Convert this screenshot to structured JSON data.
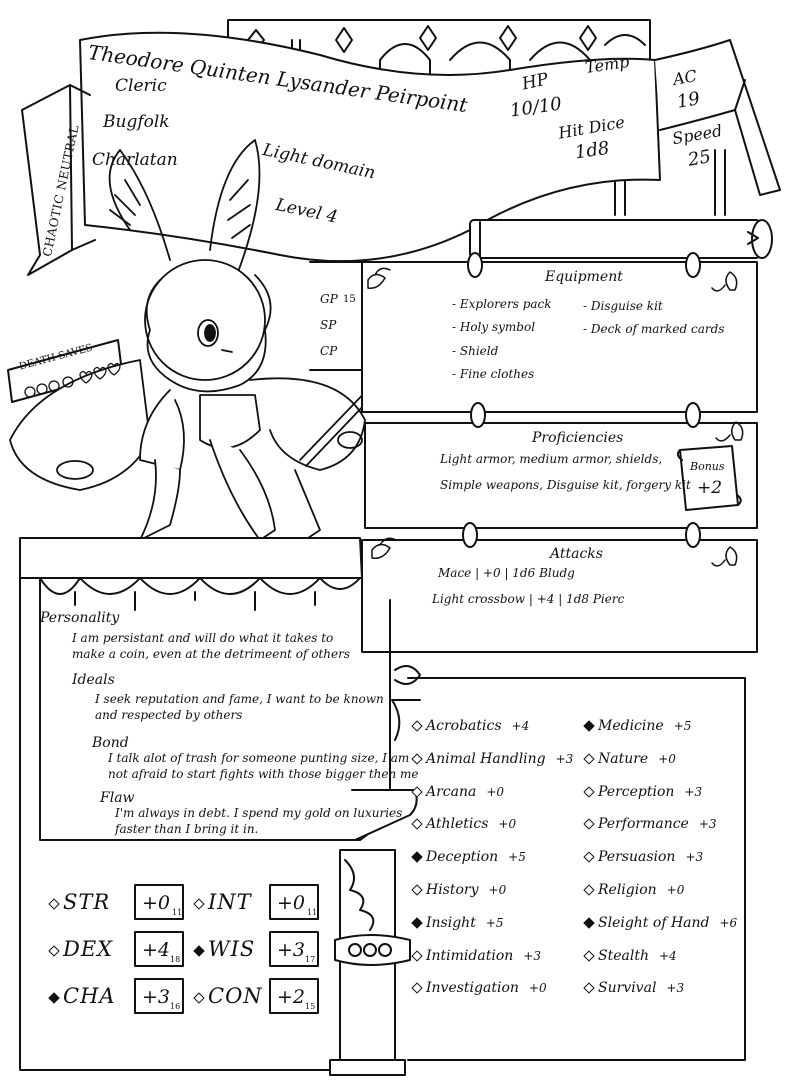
{
  "character": {
    "name": "Theodore Quinten Lysander Peirpoint",
    "class": "Cleric",
    "race": "Bugfolk",
    "background": "Charlatan",
    "domain": "Light domain",
    "level": "Level 4",
    "alignment": "CHAOTIC NEUTRAL"
  },
  "vitals": {
    "hp_label": "HP",
    "hp_value": "10/10",
    "temp_label": "Temp",
    "hitdice_label": "Hit Dice",
    "hitdice_value": "1d8",
    "ac_label": "AC",
    "ac_value": "19",
    "speed_label": "Speed",
    "speed_value": "25"
  },
  "death_saves": {
    "label": "DEATH SAVES"
  },
  "currency": {
    "gp_label": "GP",
    "gp_value": "15",
    "sp_label": "SP",
    "cp_label": "CP"
  },
  "equipment": {
    "title": "Equipment",
    "left": [
      "- Explorers pack",
      "- Holy symbol",
      "- Shield",
      "- Fine clothes"
    ],
    "right": [
      "- Disguise kit",
      "- Deck of marked cards"
    ]
  },
  "proficiencies": {
    "title": "Proficiencies",
    "line1": "Light armor, medium armor, shields,",
    "line2": "Simple weapons, Disguise kit, forgery kit",
    "bonus_label": "Bonus",
    "bonus_value": "+2"
  },
  "attacks": {
    "title": "Attacks",
    "line1": "Mace | +0 | 1d6 Bludg",
    "line2": "Light crossbow | +4 | 1d8 Pierc"
  },
  "traits": {
    "personality_label": "Personality",
    "personality_1": "I am persistant and will do what it takes to",
    "personality_2": "make a coin, even at the detrimeent of others",
    "ideals_label": "Ideals",
    "ideals_1": "I seek reputation and fame, I want to be known",
    "ideals_2": "and respected by others",
    "bond_label": "Bond",
    "bond_1": "I talk alot of trash for someone punting size, I am",
    "bond_2": "not afraid to start fights with those bigger then me",
    "flaw_label": "Flaw",
    "flaw_1": "I'm always in debt. I spend my gold on luxuries",
    "flaw_2": "faster than I bring it in."
  },
  "abilities": [
    {
      "label": "STR",
      "mod": "+0",
      "score": "11",
      "proficient": false
    },
    {
      "label": "INT",
      "mod": "+0",
      "score": "11",
      "proficient": false
    },
    {
      "label": "DEX",
      "mod": "+4",
      "score": "18",
      "proficient": false
    },
    {
      "label": "WIS",
      "mod": "+3",
      "score": "17",
      "proficient": true
    },
    {
      "label": "CHA",
      "mod": "+3",
      "score": "16",
      "proficient": true
    },
    {
      "label": "CON",
      "mod": "+2",
      "score": "15",
      "proficient": false
    }
  ],
  "skills_left": [
    {
      "name": "Acrobatics",
      "mod": "+4",
      "proficient": false
    },
    {
      "name": "Animal Handling",
      "mod": "+3",
      "proficient": false
    },
    {
      "name": "Arcana",
      "mod": "+0",
      "proficient": false
    },
    {
      "name": "Athletics",
      "mod": "+0",
      "proficient": false
    },
    {
      "name": "Deception",
      "mod": "+5",
      "proficient": true
    },
    {
      "name": "History",
      "mod": "+0",
      "proficient": false
    },
    {
      "name": "Insight",
      "mod": "+5",
      "proficient": true
    },
    {
      "name": "Intimidation",
      "mod": "+3",
      "proficient": false
    },
    {
      "name": "Investigation",
      "mod": "+0",
      "proficient": false
    }
  ],
  "skills_right": [
    {
      "name": "Medicine",
      "mod": "+5",
      "proficient": true
    },
    {
      "name": "Nature",
      "mod": "+0",
      "proficient": false
    },
    {
      "name": "Perception",
      "mod": "+3",
      "proficient": false
    },
    {
      "name": "Performance",
      "mod": "+3",
      "proficient": false
    },
    {
      "name": "Persuasion",
      "mod": "+3",
      "proficient": false
    },
    {
      "name": "Religion",
      "mod": "+0",
      "proficient": false
    },
    {
      "name": "Sleight of Hand",
      "mod": "+6",
      "proficient": true
    },
    {
      "name": "Stealth",
      "mod": "+4",
      "proficient": false
    },
    {
      "name": "Survival",
      "mod": "+3",
      "proficient": false
    }
  ],
  "icons": [
    "moth-character-illustration",
    "gothic-arch-icon",
    "scroll-rod-icon",
    "ring-icon",
    "flourish-icon",
    "column-icon",
    "heart-icon",
    "skull-icon",
    "banner-icon"
  ]
}
